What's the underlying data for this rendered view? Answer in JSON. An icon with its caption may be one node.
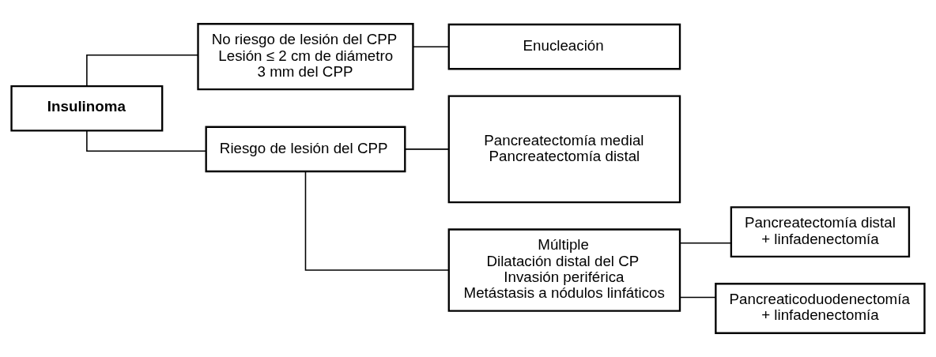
{
  "diagram": {
    "nodes": [
      {
        "text": [
          "Insulinoma"
        ]
      },
      {
        "text": [
          "No riesgo de lesión del CPP",
          "Lesión ≤ 2 cm de diámetro",
          "3 mm del CPP"
        ]
      },
      {
        "text": [
          "Enucleación"
        ]
      },
      {
        "text": [
          "Riesgo de lesión del CPP"
        ]
      },
      {
        "text": [
          "Pancreatectomía medial",
          "Pancreatectomía distal"
        ]
      },
      {
        "text": [
          "Múltiple",
          "Dilatación distal del CP",
          "Invasión periférica",
          "Metástasis a nódulos linfáticos"
        ]
      },
      {
        "text": [
          "Pancreatectomía distal + linfadenectomía"
        ]
      },
      {
        "text": [
          "Pancreaticoduodenectomía + linfadenectomía"
        ]
      }
    ],
    "edges": [
      {
        "from": 0,
        "to": 1,
        "arrow": "none"
      },
      {
        "from": 0,
        "to": 3,
        "arrow": "none"
      },
      {
        "from": 1,
        "to": 2,
        "arrow": "none"
      },
      {
        "from": 3,
        "to": 4,
        "arrow": "none"
      },
      {
        "from": 3,
        "to": 5,
        "arrow": "none"
      },
      {
        "from": 5,
        "to": 6,
        "arrow": "none"
      },
      {
        "from": 5,
        "to": 7,
        "arrow": "none"
      }
    ]
  }
}
